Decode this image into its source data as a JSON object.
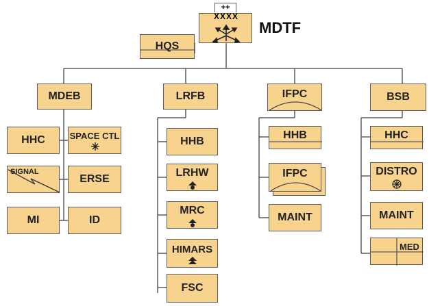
{
  "title": "MDTF",
  "hq": {
    "top_plus": "++",
    "unit_x": "XXXX"
  },
  "hqs": "HQS",
  "branches": {
    "mdeb": {
      "label": "MDEB",
      "hhc": "HHC",
      "space": "SPACE CTL",
      "signal": "SIGNAL",
      "erse": "ERSE",
      "mi": "MI",
      "id": "ID"
    },
    "lrfb": {
      "label": "LRFB",
      "hhb": "HHB",
      "lrhw": "LRHW",
      "mrc": "MRC",
      "himars": "HIMARS",
      "fsc": "FSC"
    },
    "ifpc": {
      "label": "IFPC",
      "hhb": "HHB",
      "ifpc2": "IFPC",
      "maint": "MAINT"
    },
    "bsb": {
      "label": "BSB",
      "hhc": "HHC",
      "distro": "DISTRO",
      "maint": "MAINT",
      "med": "MED"
    }
  },
  "colors": {
    "box_fill": "#f7d38e",
    "line": "#5a5a5a"
  }
}
